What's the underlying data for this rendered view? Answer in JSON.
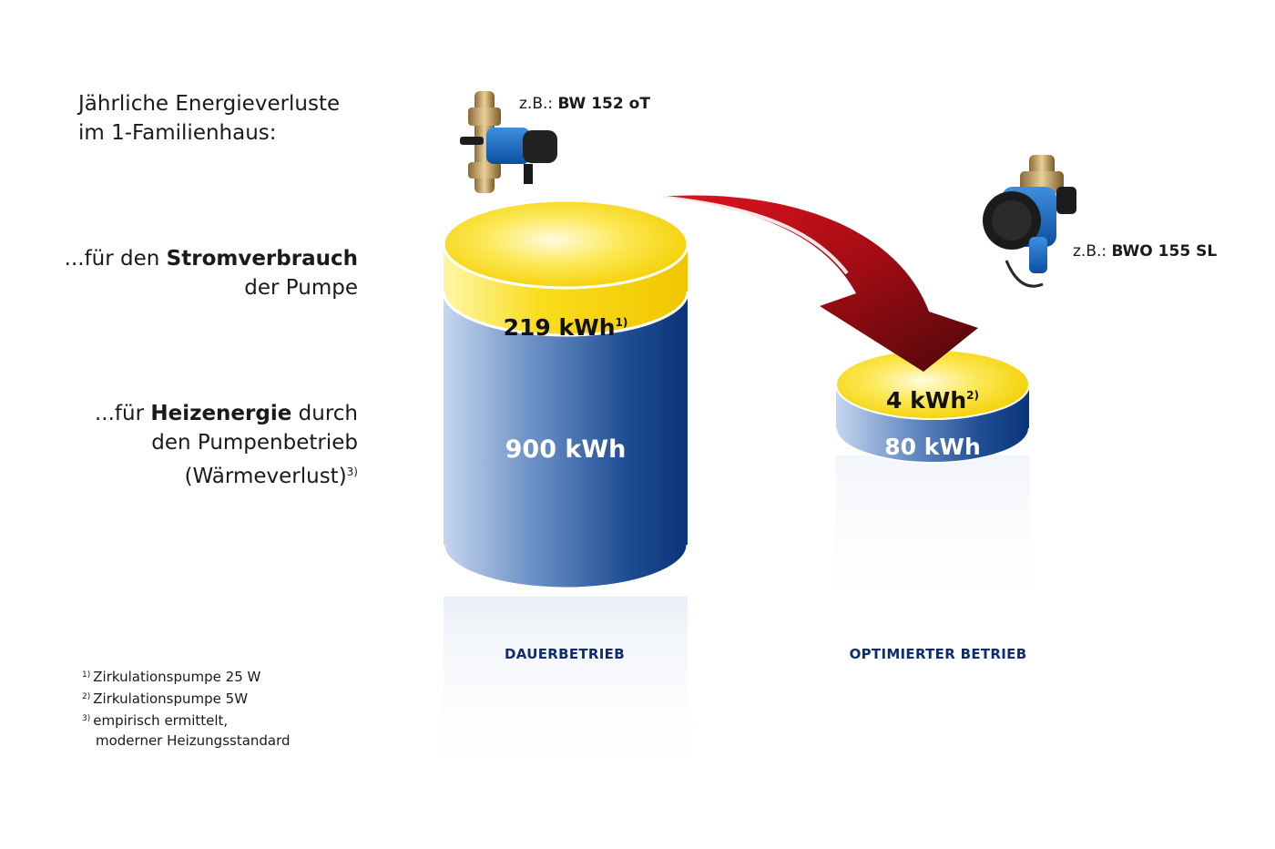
{
  "title": {
    "line1": "Jährliche Energieverluste",
    "line2": "im 1-Familienhaus:"
  },
  "labels": {
    "strom": {
      "prefix": "...für den ",
      "bold": "Stromverbrauch",
      "line2": "der Pumpe"
    },
    "heiz": {
      "prefix": "...für ",
      "bold": "Heizenergie",
      "suffix": " durch",
      "line2": "den Pumpenbetrieb",
      "line3": "(Wärmeverlust)",
      "sup": "3)"
    }
  },
  "examples": {
    "left": {
      "prefix": "z.B.: ",
      "model": "BW 152 oT"
    },
    "right": {
      "prefix": "z.B.: ",
      "model": "BWO 155 SL"
    }
  },
  "cylinders": {
    "continuous": {
      "top_value": "219 kWh",
      "top_sup": "1)",
      "bottom_value": "900 kWh",
      "caption": "DAUERBETRIEB"
    },
    "optimized": {
      "top_value": "4 kWh",
      "top_sup": "2)",
      "bottom_value": "80 kWh",
      "caption": "OPTIMIERTER BETRIEB"
    }
  },
  "footnotes": [
    {
      "mark": "1)",
      "text": "Zirkulationspumpe 25 W"
    },
    {
      "mark": "2)",
      "text": "Zirkulationspumpe 5W"
    },
    {
      "mark": "3)",
      "text": "empirisch ermittelt,",
      "cont": "moderner Heizungsstandard"
    }
  ],
  "colors": {
    "yellow": "#f7d600",
    "blue_dark": "#0b3a80",
    "blue_light": "#b7c9e4",
    "caption": "#0e2d6e",
    "arrow_red": "#d30f1b",
    "arrow_dark": "#5a0a0e"
  }
}
